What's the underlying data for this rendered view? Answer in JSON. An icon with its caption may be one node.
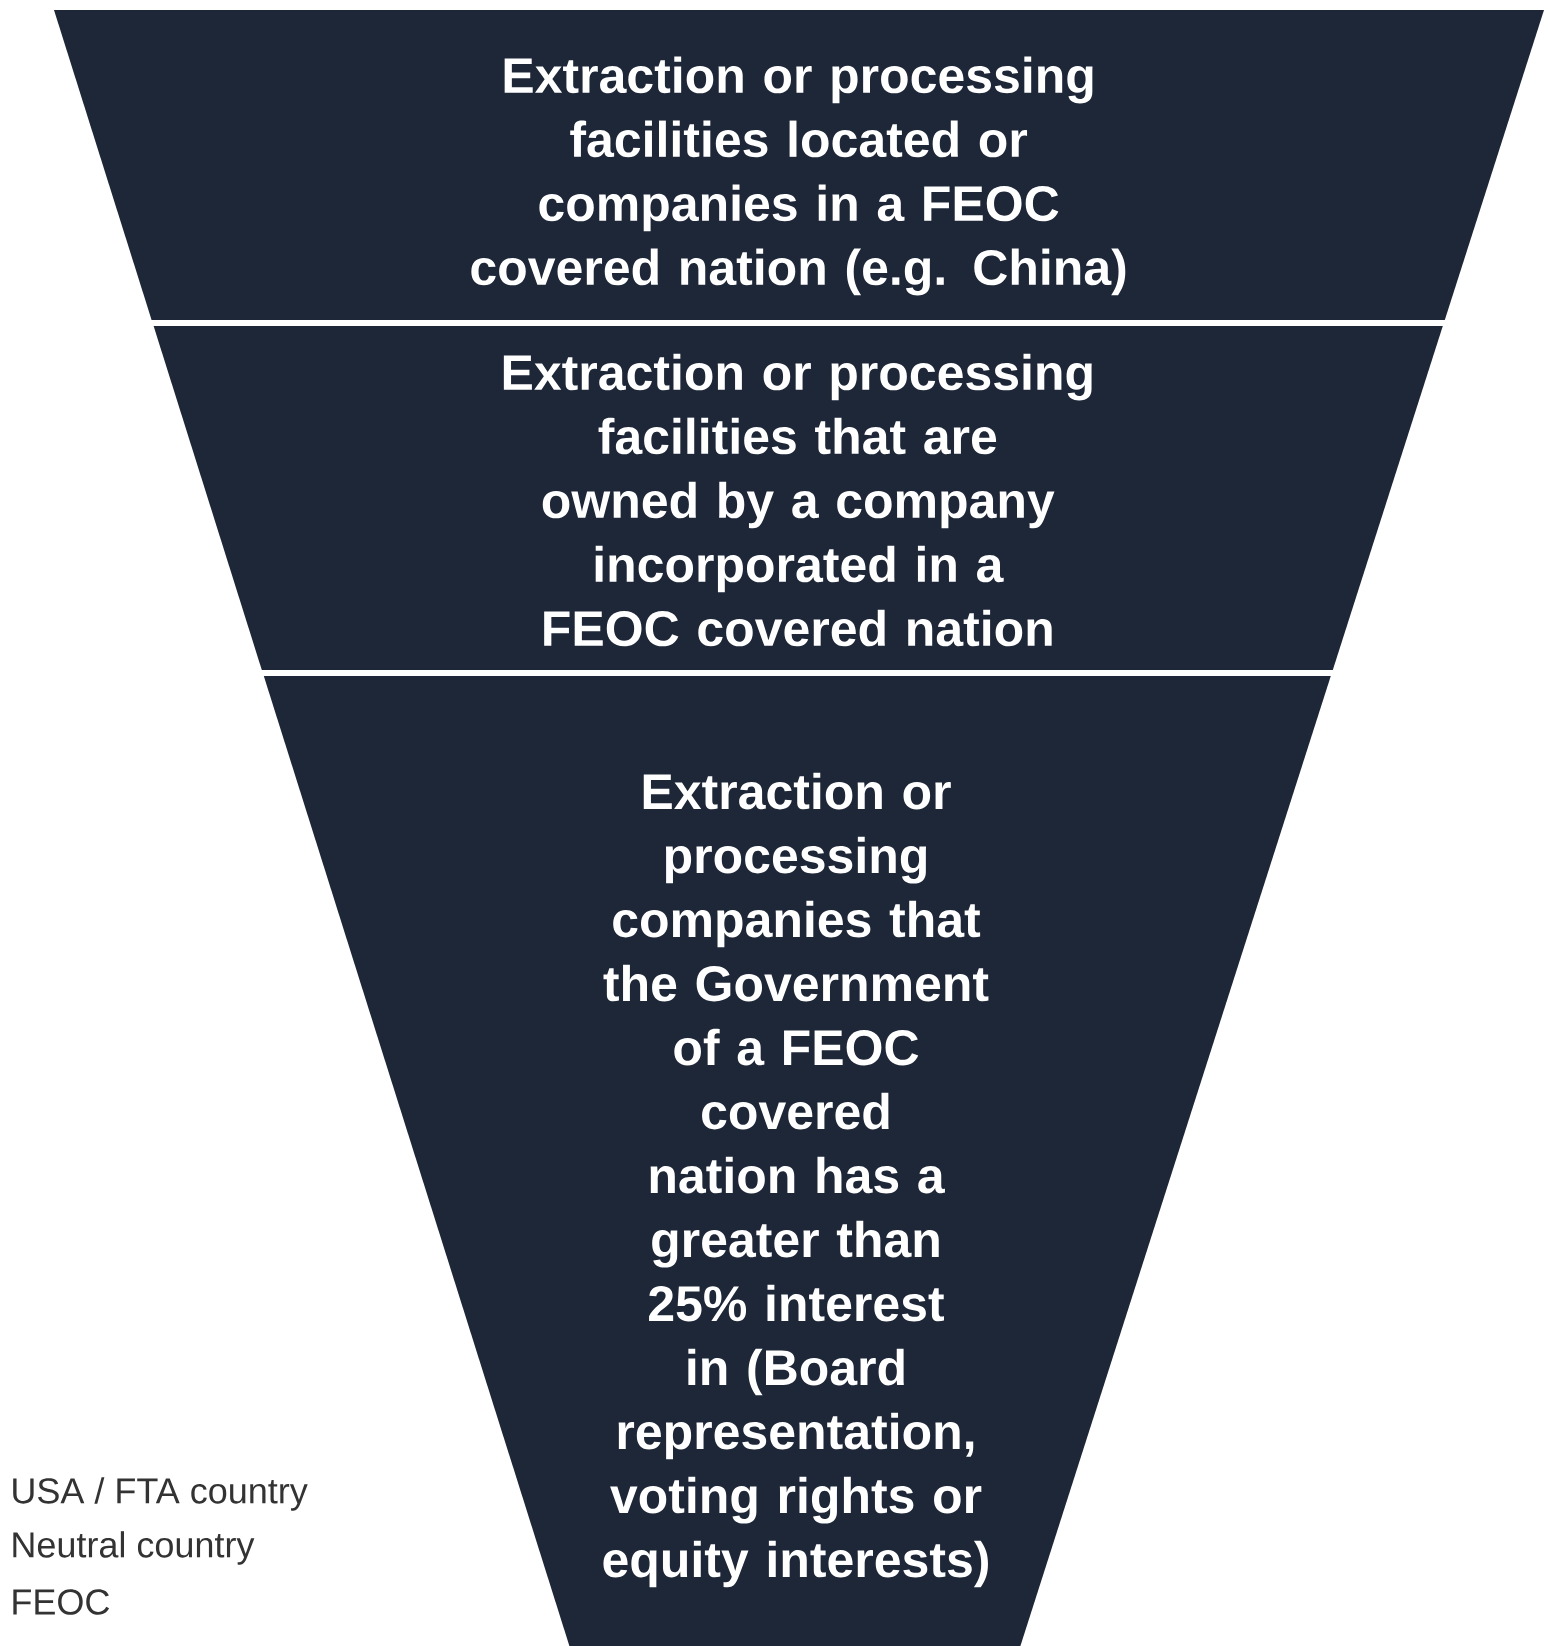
{
  "diagram": {
    "nodes": [
      {
        "text": [
          "Extraction or processing facilities located or companies in a FEOC covered nation (e.g. China)"
        ]
      },
      {
        "text": [
          "Extraction or processing facilities that are owned by a company incorporated in a FEOC covered nation"
        ]
      },
      {
        "text": [
          "Extraction or processing companies that the Government of a FEOC covered nation has a greater than 25% interest in (Board representation, voting rights or equity interests)"
        ]
      }
    ],
    "labels": [
      "USA / FTA country",
      "Neutral country",
      "FEOC"
    ]
  }
}
